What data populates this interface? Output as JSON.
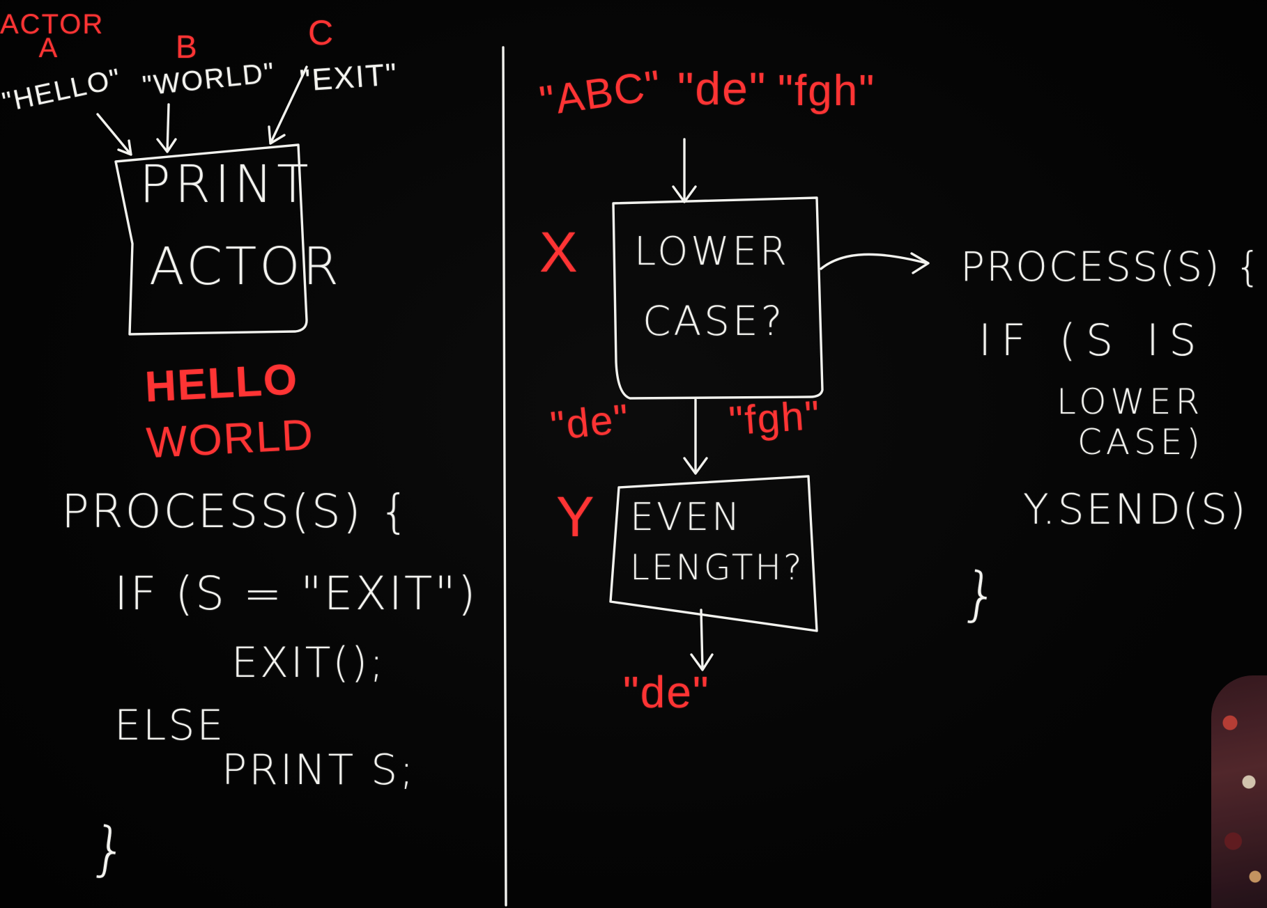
{
  "left_panel": {
    "actor_a_label": "ACTOR A",
    "actor_a_msg": "\"HELLO\"",
    "actor_b_label": "B",
    "actor_b_msg": "\"WORLD\"",
    "actor_c_label": "C",
    "actor_c_msg": "\"EXIT\"",
    "box_line1": "PRINT",
    "box_line2": "ACTOR",
    "output_line1": "HELLO",
    "output_line2": "WORLD",
    "code": [
      "PROCESS(S) {",
      "IF (S = \"EXIT\")",
      "EXIT();",
      "ELSE",
      "PRINT S;",
      "}"
    ]
  },
  "right_panel": {
    "inputs": [
      "\"ABC\"",
      "\"de\"",
      "\"fgh\""
    ],
    "actor_x_label": "X",
    "box_x_line1": "LOWER",
    "box_x_line2": "CASE?",
    "mid_outputs": [
      "\"de\"",
      "\"fgh\""
    ],
    "actor_y_label": "Y",
    "box_y_line1": "EVEN",
    "box_y_line2": "LENGTH?",
    "final_output": "\"de\"",
    "code": [
      "PROCESS(S) {",
      "IF (S IS",
      "LOWER",
      "CASE)",
      "Y.SEND(S)",
      "}"
    ]
  },
  "colors": {
    "chalk_white": "#f2f2ee",
    "chalk_red": "#ff3b3b",
    "board": "#050505"
  }
}
